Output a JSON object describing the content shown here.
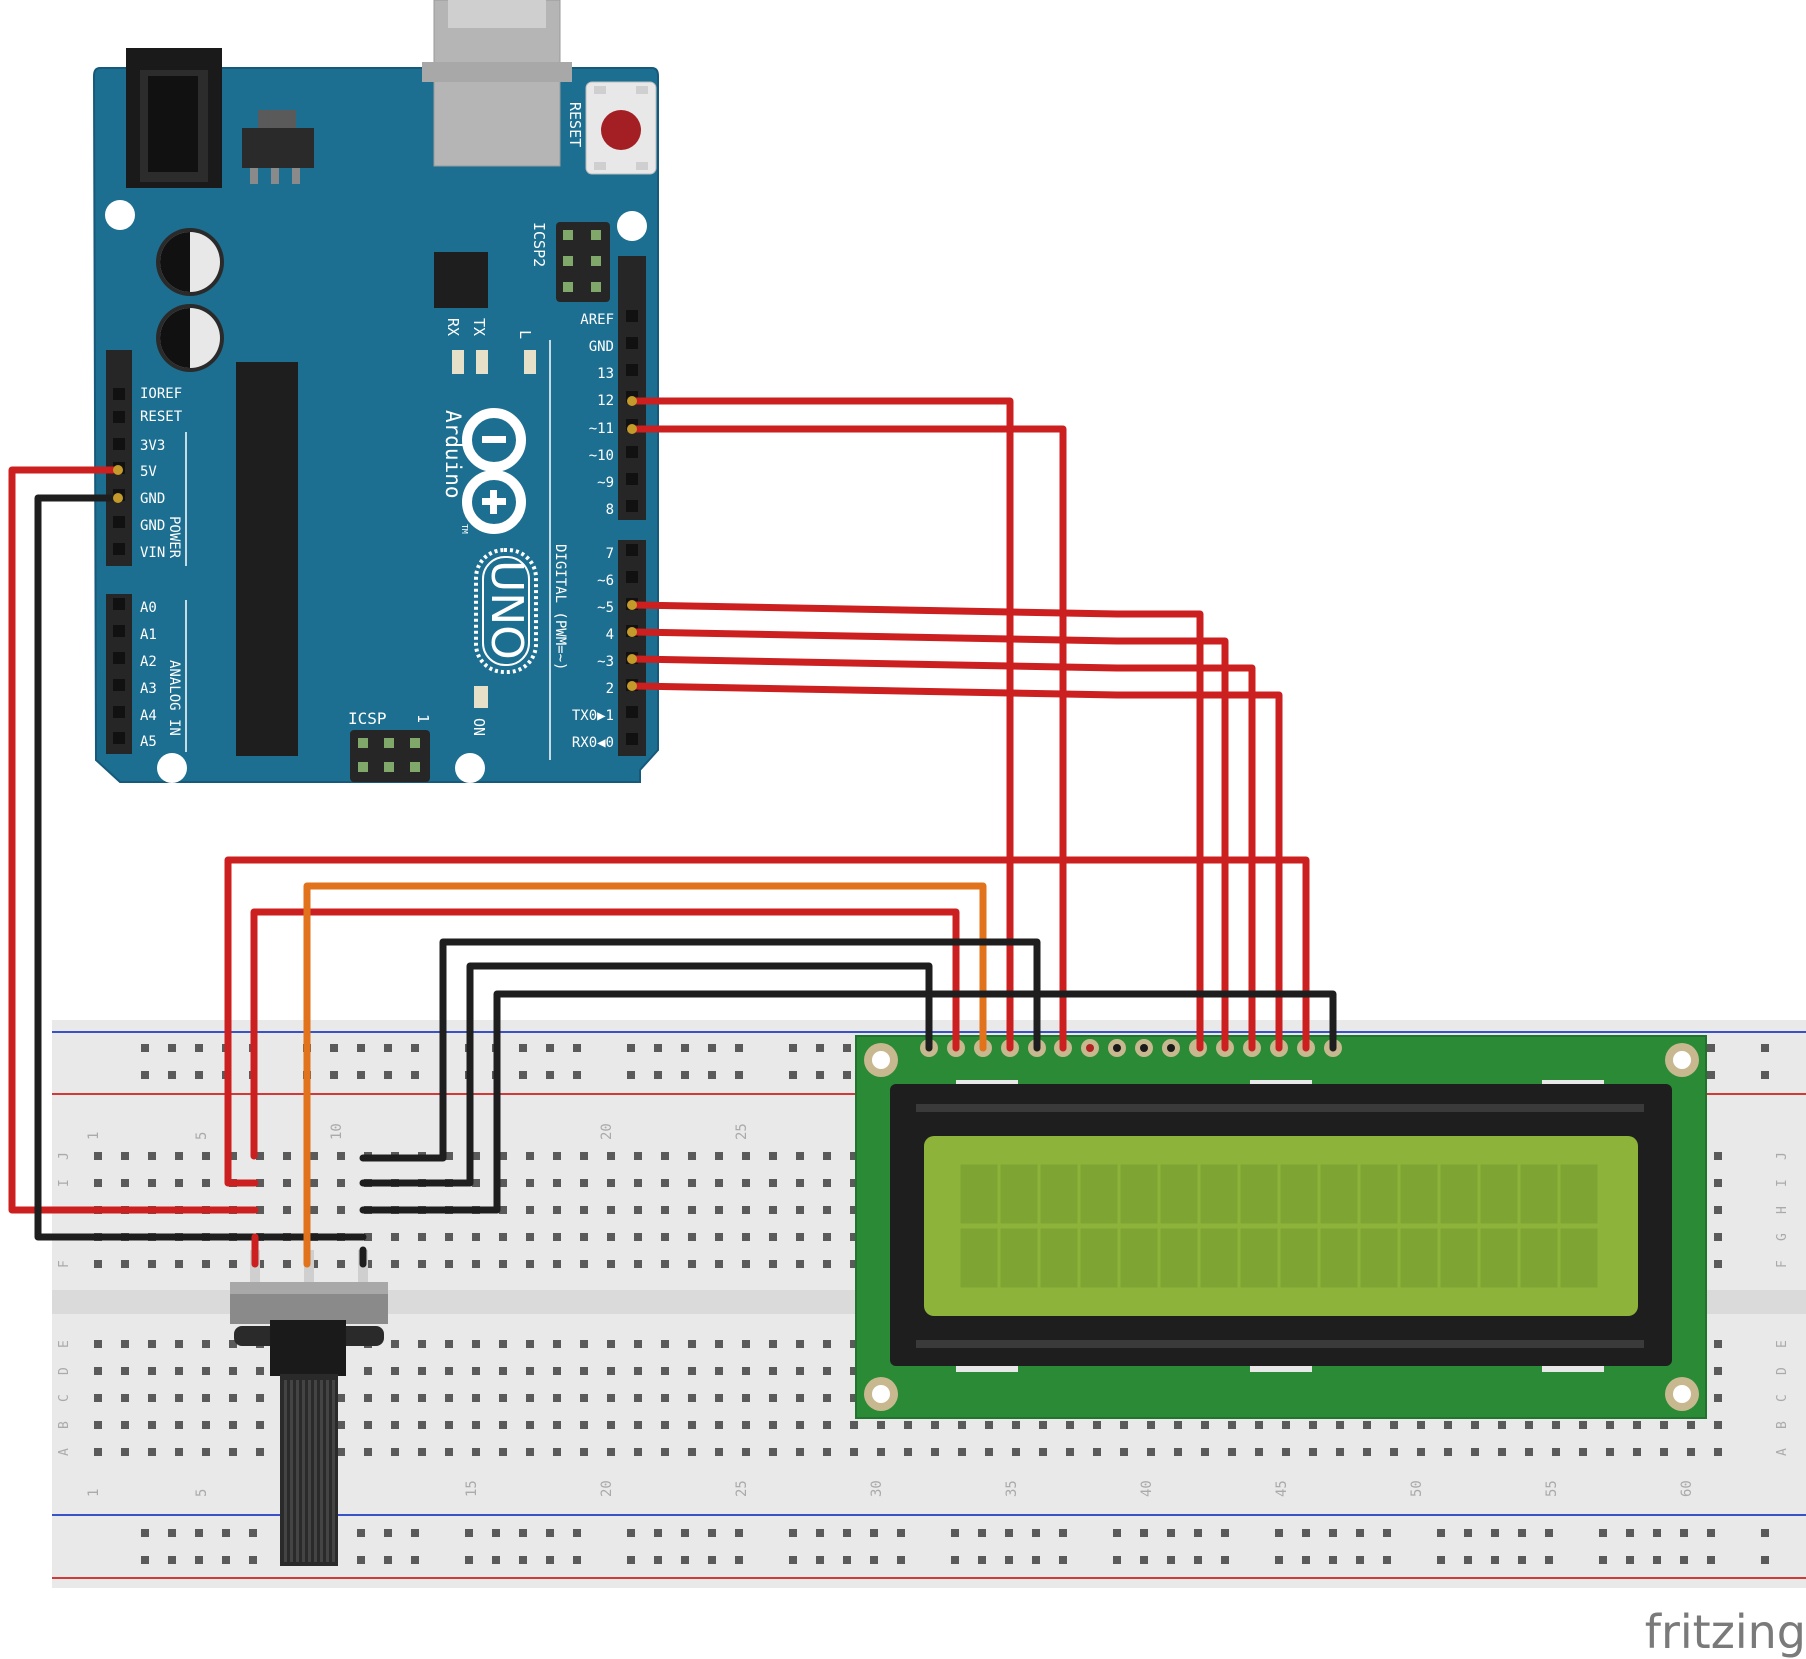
{
  "arduino": {
    "reset_label": "RESET",
    "icsp2_label": "ICSP2",
    "icsp_label": "ICSP",
    "icsp_pin1": "1",
    "rx_label": "RX",
    "tx_label": "TX",
    "l_label": "L",
    "on_label": "ON",
    "brand_name": "Arduino",
    "tm_mark": "TM",
    "model_name": "UNO",
    "digital_label": "DIGITAL (PWM=~)",
    "power_label": "POWER",
    "analog_label": "ANALOG IN",
    "power_pins": [
      "IOREF",
      "RESET",
      "3V3",
      "5V",
      "GND",
      "GND",
      "VIN"
    ],
    "analog_pins": [
      "A0",
      "A1",
      "A2",
      "A3",
      "A4",
      "A5"
    ],
    "digital_pins_upper": [
      "AREF",
      "GND",
      "13",
      "12",
      "~11",
      "~10",
      "~9",
      "8"
    ],
    "digital_pins_lower": [
      "7",
      "~6",
      "~5",
      "4",
      "~3",
      "2",
      "TX0▶1",
      "RX0◀0"
    ]
  },
  "breadboard": {
    "row_letters_top": [
      "J",
      "I",
      "H",
      "G",
      "F"
    ],
    "row_letters_bottom": [
      "E",
      "D",
      "C",
      "B",
      "A"
    ],
    "top_column_numbers": [
      "1",
      "5",
      "10",
      "20",
      "25"
    ],
    "bottom_column_numbers": [
      "1",
      "5",
      "15",
      "20",
      "25",
      "30",
      "35",
      "40",
      "45",
      "50",
      "55",
      "60"
    ]
  },
  "watermark": "fritzing",
  "colors": {
    "wire_red": "#cc1f1f",
    "wire_black": "#1e1e1e",
    "wire_orange": "#e0731b",
    "board_teal": "#1d6f91",
    "lcd_pcb": "#2a8a35",
    "lcd_screen": "#8db33a"
  }
}
